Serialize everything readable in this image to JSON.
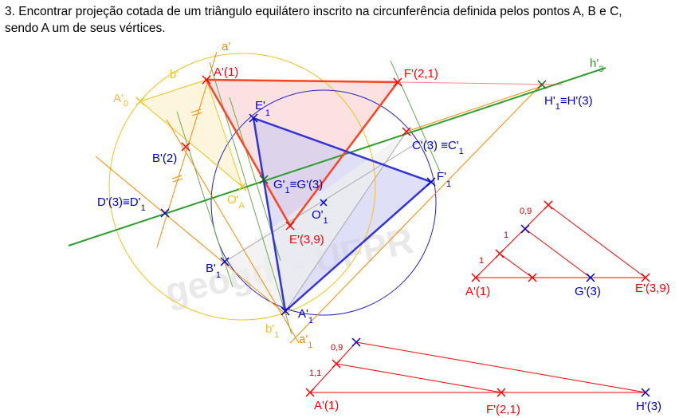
{
  "statement": "3. Encontrar projeção cotada de um triângulo equilátero inscrito na circunferência definida pelos pontos A, B e C, sendo A um de seus vértices.",
  "watermark": "geogdi - UFPR",
  "colors": {
    "red": "#ff0000",
    "blue": "#0000cc",
    "green": "#2e9e2e",
    "orange": "#ff8800",
    "yellow": "#f2c21b",
    "olive": "#6aa84f",
    "triangle_red": "#ff4422",
    "triangle_blue": "#3333dd",
    "fill_red": "#f7c9c9",
    "fill_blue": "#c9c9f2",
    "fill_yellow": "#fdf0c4"
  },
  "labels": {
    "a_prime": "a'",
    "b_prime": "b'",
    "A1": {
      "main": "A'(1)"
    },
    "F21": {
      "main": "F'(2,1)"
    },
    "h3": {
      "main": "h'",
      "sub": "3"
    },
    "H1": {
      "main": "H'",
      "sub": "1",
      "rest": "≡H'(3)"
    },
    "A0": {
      "main": "A'",
      "sub": "0"
    },
    "E1": {
      "main": "E'",
      "sub": "1"
    },
    "C3": {
      "main": "C'(3) ≡C'",
      "sub": "1"
    },
    "B2": {
      "main": "B'(2)"
    },
    "F1": {
      "main": "F'",
      "sub": "1"
    },
    "G1": {
      "main": "G'",
      "sub": "1",
      "rest": "≡G'(3)"
    },
    "D3": {
      "main": "D'(3)≡D'",
      "sub": "1"
    },
    "OA": {
      "main": "O'",
      "sub": "A"
    },
    "O1": {
      "main": "O'",
      "sub": "1"
    },
    "E39": {
      "main": "E'(3,9)"
    },
    "B1": {
      "main": "B'",
      "sub": "1"
    },
    "Ap1": {
      "main": "A'",
      "sub": "1"
    },
    "b1": {
      "main": "b'",
      "sub": "1"
    },
    "a1": {
      "main": "a'",
      "sub": "1"
    }
  },
  "scale_right": {
    "tick_09": "0,9",
    "tick_1a": "1",
    "tick_1b": "1",
    "A": "A'(1)",
    "G": "G'(3)",
    "E": "E'(3,9)"
  },
  "scale_bottom": {
    "tick_09": "0,9",
    "tick_11": "1,1",
    "A": "A'(1)",
    "F": "F'(2,1)",
    "H": "H'(3)"
  }
}
